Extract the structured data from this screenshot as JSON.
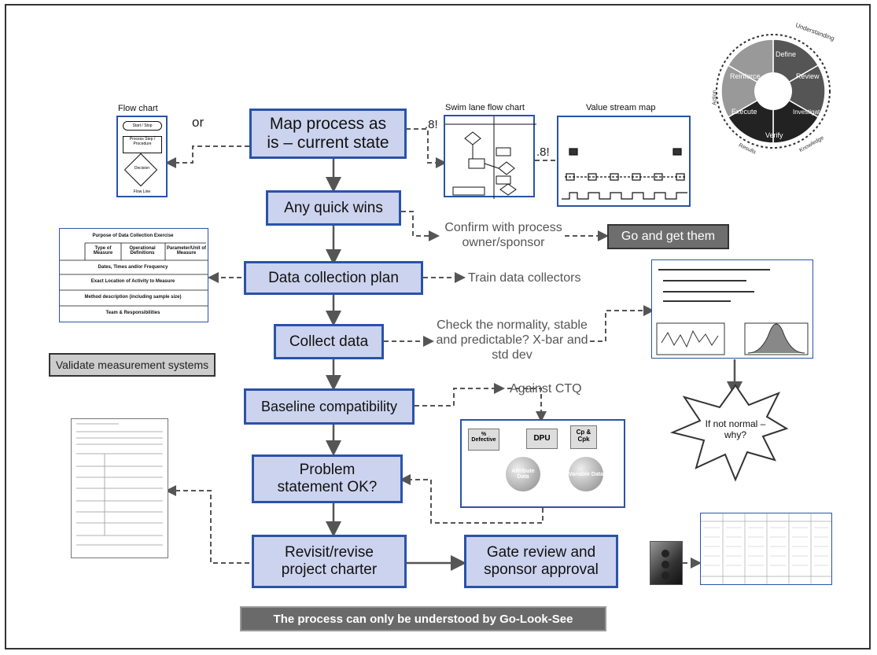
{
  "nodes": {
    "map_process": "Map process as is – current state",
    "quick_wins": "Any quick wins",
    "data_plan": "Data collection plan",
    "collect_data": "Collect data",
    "baseline": "Baseline compatibility",
    "problem": "Problem statement OK?",
    "revisit": "Revisit/revise project charter",
    "gate": "Gate review and sponsor approval"
  },
  "side": {
    "or": "or",
    "confirm": "Confirm with process owner/sponsor",
    "go_get": "Go and get them",
    "train": "Train data collectors",
    "check": "Check the normality, stable and predictable? X-bar and std dev",
    "against": "Against CTQ",
    "validate": "Validate measurement systems",
    "if_not_normal": "If not normal – why?",
    "bottom_banner": "The process can only be understood by Go-Look-See",
    "and1": ".8!",
    "and2": ".8!"
  },
  "thumbs": {
    "flow_chart": "Flow chart",
    "swim_lane": "Swim lane flow chart",
    "value_stream": "Value stream map",
    "fc_start": "Start / Stop",
    "fc_process": "Process Step / Procedure",
    "fc_decision": "Decision",
    "fc_flow": "Flow Line"
  },
  "dc_table": {
    "title": "Purpose of Data Collection Exercise",
    "h1": "Type of Measure",
    "h2": "Operational Definitions",
    "h3": "Parameter/Unit of Measure",
    "r1": "Dates, Times and/or Frequency",
    "r2": "Exact Location of Activity to Measure",
    "r3": "Method description (including sample size)",
    "r4": "Team & Responsibilities"
  },
  "ctq": {
    "pct_defective": "% Defective",
    "dpu": "DPU",
    "cp_cpk": "Cp & Cpk",
    "attribute": "Attribute Data",
    "variable": "Variable Data"
  },
  "cycle": {
    "define": "Define",
    "review": "Review",
    "investigate": "Investigate",
    "verify": "Verify",
    "execute": "Execute",
    "reinforce": "Reinforce",
    "understanding": "Understanding",
    "action": "Action",
    "knowledge": "Knowledge",
    "results": "Results"
  },
  "colors": {
    "node_fill": "#ccd3ee",
    "node_border": "#2a53a8",
    "arrow": "#555555",
    "dashed": "#555555"
  }
}
